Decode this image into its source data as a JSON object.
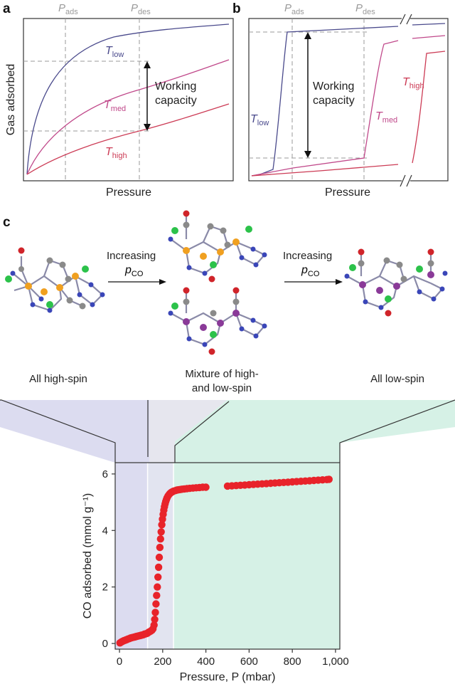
{
  "panel_a": {
    "letter": "a",
    "xlabel": "Pressure",
    "ylabel": "Gas adsorbed",
    "p_ads": "P",
    "p_ads_sub": "ads",
    "p_des": "P",
    "p_des_sub": "des",
    "t_low": "T",
    "t_low_sub": "low",
    "t_med": "T",
    "t_med_sub": "med",
    "t_high": "T",
    "t_high_sub": "high",
    "working_capacity": [
      "Working",
      "capacity"
    ]
  },
  "panel_b": {
    "letter": "b",
    "xlabel": "Pressure",
    "p_ads": "P",
    "p_ads_sub": "ads",
    "p_des": "P",
    "p_des_sub": "des",
    "t_low": "T",
    "t_low_sub": "low",
    "t_med": "T",
    "t_med_sub": "med",
    "t_high": "T",
    "t_high_sub": "high",
    "working_capacity": [
      "Working",
      "capacity"
    ]
  },
  "panel_c": {
    "letter": "c",
    "arrow_label": "Increasing",
    "arrow_var": "p",
    "arrow_var_sub": "CO",
    "states": [
      "All high-spin",
      "Mixture of high-",
      "and low-spin",
      "All low-spin"
    ]
  },
  "colors": {
    "low": "#4a4a8c",
    "med": "#c0488a",
    "high": "#cc3b55",
    "points": "#e8232a",
    "region_high_spin": "#dcdcf0",
    "region_low_spin": "#d6f1e6"
  },
  "chart_data": {
    "type": "scatter",
    "xlabel": "Pressure, P (mbar)",
    "ylabel": "CO adsorbed (mmol g⁻¹)",
    "xlim": [
      -20,
      1020
    ],
    "ylim": [
      -0.2,
      6.4
    ],
    "xticks": [
      0,
      200,
      400,
      600,
      800,
      1000
    ],
    "xtick_labels": [
      "0",
      "200",
      "400",
      "600",
      "800",
      "1,000"
    ],
    "yticks": [
      0,
      2,
      4,
      6
    ],
    "ytick_labels": [
      "0",
      "2",
      "4",
      "6"
    ],
    "region_boundaries": [
      130,
      250
    ],
    "series": [
      {
        "x": [
          2,
          6,
          10,
          15,
          20,
          25,
          30,
          35,
          40,
          45,
          50,
          55,
          60,
          65,
          70,
          75,
          80,
          85,
          90,
          95,
          100,
          105,
          110,
          115,
          120,
          125,
          130,
          135,
          140,
          145,
          150,
          155,
          160,
          163,
          166,
          169,
          172,
          175,
          178,
          181,
          184,
          187,
          190,
          193,
          196,
          199,
          202,
          205,
          208,
          211,
          214,
          217,
          220,
          225,
          230,
          235,
          240,
          245,
          250,
          258,
          266,
          274,
          282,
          290,
          300,
          312,
          325,
          340,
          355,
          370,
          385,
          400,
          500,
          520,
          540,
          560,
          580,
          600,
          620,
          640,
          660,
          680,
          700,
          720,
          740,
          760,
          780,
          800,
          820,
          840,
          860,
          880,
          900,
          920,
          940,
          960,
          970
        ],
        "y": [
          0.02,
          0.04,
          0.06,
          0.08,
          0.1,
          0.11,
          0.13,
          0.14,
          0.16,
          0.17,
          0.19,
          0.2,
          0.21,
          0.22,
          0.23,
          0.24,
          0.25,
          0.26,
          0.27,
          0.28,
          0.29,
          0.3,
          0.31,
          0.33,
          0.34,
          0.35,
          0.37,
          0.4,
          0.42,
          0.44,
          0.47,
          0.52,
          0.65,
          0.85,
          1.1,
          1.4,
          1.7,
          2.0,
          2.35,
          2.7,
          3.05,
          3.4,
          3.7,
          3.95,
          4.2,
          4.4,
          4.57,
          4.72,
          4.84,
          4.94,
          5.02,
          5.09,
          5.15,
          5.22,
          5.28,
          5.32,
          5.35,
          5.37,
          5.39,
          5.41,
          5.43,
          5.44,
          5.45,
          5.46,
          5.47,
          5.48,
          5.49,
          5.5,
          5.51,
          5.52,
          5.53,
          5.53,
          5.57,
          5.58,
          5.59,
          5.6,
          5.61,
          5.62,
          5.63,
          5.64,
          5.65,
          5.66,
          5.67,
          5.68,
          5.69,
          5.7,
          5.71,
          5.72,
          5.73,
          5.74,
          5.75,
          5.76,
          5.77,
          5.78,
          5.79,
          5.8,
          5.81
        ]
      }
    ]
  }
}
